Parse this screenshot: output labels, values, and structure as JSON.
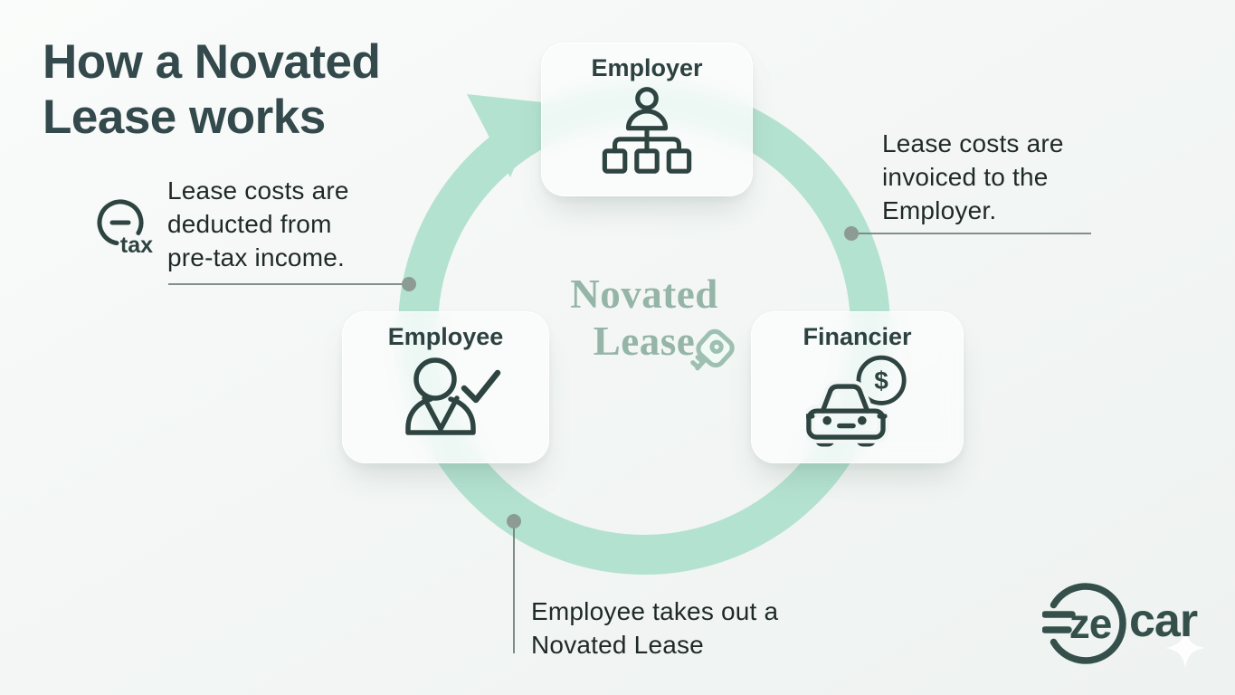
{
  "title": "How a Novated\nLease works",
  "colors": {
    "accent_mint": "#b4e2d1",
    "ink_strong": "#33494b",
    "ink_text": "#1f2a27",
    "icon_stroke": "#2e4440",
    "sage": "#95b5a8",
    "sage_key": "#9dc0b2",
    "line": "#72817c",
    "dot": "#8c9b95",
    "logo": "#35504b",
    "card_bg": "rgba(251,253,252,0.8)"
  },
  "flow": {
    "shape": "circular-clockwise-arrow",
    "direction": "employee -> employer -> financier -> employee"
  },
  "nodes": {
    "employer": {
      "label": "Employer",
      "icon": "org-chart-icon"
    },
    "employee": {
      "label": "Employee",
      "icon": "person-check-icon"
    },
    "financier": {
      "label": "Financier",
      "icon": "car-dollar-icon",
      "currency_symbol": "$"
    }
  },
  "center": {
    "label": "Novated\nLease",
    "icon": "key-icon"
  },
  "annotations": {
    "pretax": {
      "icon": "tax-minus-icon",
      "icon_label": "tax",
      "text": "Lease costs are\ndeducted from\npre-tax income."
    },
    "invoice": {
      "text": "Lease costs are\ninvoiced to the\nEmployer."
    },
    "takeout": {
      "text": "Employee takes out a\nNovated Lease"
    }
  },
  "logo": {
    "mark_text": "ze",
    "wordmark": "car"
  }
}
